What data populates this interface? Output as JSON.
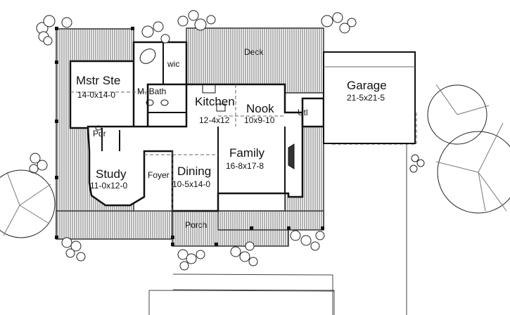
{
  "plan": {
    "rooms": [
      {
        "id": "mstr-ste",
        "name": "Mstr Ste",
        "dims": "14-0x14-0"
      },
      {
        "id": "m-bath",
        "name": "M. Bath"
      },
      {
        "id": "wic",
        "name": "wic"
      },
      {
        "id": "kitchen",
        "name": "Kitchen",
        "dims": "12-4x12"
      },
      {
        "id": "nook",
        "name": "Nook",
        "dims": "10x9-10"
      },
      {
        "id": "utl",
        "name": "Utl"
      },
      {
        "id": "deck",
        "name": "Deck"
      },
      {
        "id": "garage",
        "name": "Garage",
        "dims": "21-5x21-5"
      },
      {
        "id": "pdr",
        "name": "Pdr"
      },
      {
        "id": "study",
        "name": "Study",
        "dims": "11-0x12-0"
      },
      {
        "id": "foyer",
        "name": "Foyer"
      },
      {
        "id": "dining",
        "name": "Dining",
        "dims": "10-5x14-0"
      },
      {
        "id": "family",
        "name": "Family",
        "dims": "16-8x17-8"
      },
      {
        "id": "porch",
        "name": "Porch"
      }
    ]
  }
}
